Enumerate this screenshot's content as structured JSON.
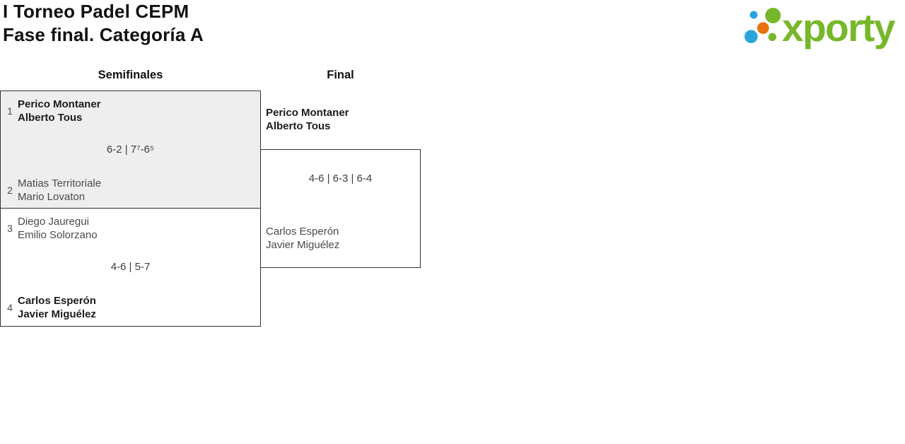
{
  "header": {
    "title_line1": "I Torneo Padel CEPM",
    "title_line2": "Fase final. Categoría A"
  },
  "logo": {
    "wordmark": "xporty",
    "colors": {
      "green": "#76b82a",
      "blue": "#29a5dc",
      "orange": "#e8720c"
    }
  },
  "rounds": {
    "semifinals_label": "Semifinales",
    "final_label": "Final"
  },
  "matches": {
    "semifinal1": {
      "winner": "team1",
      "team1": {
        "seed": "1",
        "player1": "Perico Montaner",
        "player2": "Alberto Tous"
      },
      "score": "6-2 | 7⁷-6⁵",
      "team2": {
        "seed": "2",
        "player1": "Matias Territoriale",
        "player2": "Mario Lovaton"
      }
    },
    "semifinal2": {
      "winner": "team2",
      "team1": {
        "seed": "3",
        "player1": "Diego Jauregui",
        "player2": "Emilio Solorzano"
      },
      "score": "4-6 | 5-7",
      "team2": {
        "seed": "4",
        "player1": "Carlos Esperón",
        "player2": "Javier Miguélez"
      }
    },
    "final": {
      "winner": "team1",
      "team1": {
        "player1": "Perico Montaner",
        "player2": "Alberto Tous"
      },
      "score": "4-6 | 6-3 | 6-4",
      "team2": {
        "player1": "Carlos Esperón",
        "player2": "Javier Miguélez"
      }
    }
  }
}
